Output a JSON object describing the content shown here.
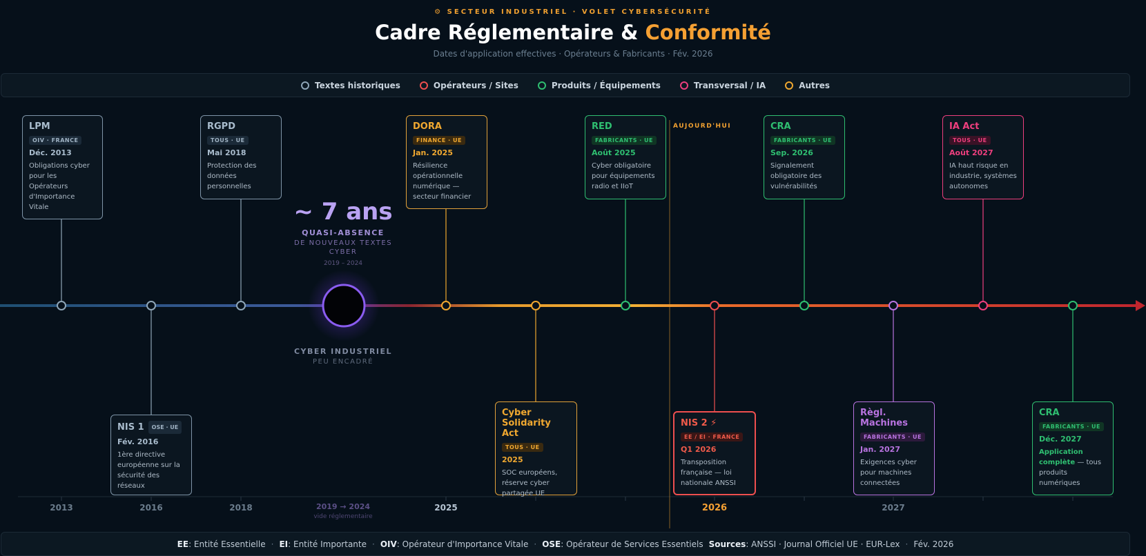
{
  "header": {
    "kicker": "⚙ SECTEUR INDUSTRIEL · VOLET CYBERSÉCURITÉ",
    "title_main": "Cadre Réglementaire & ",
    "title_accent": "Conformité",
    "subtitle": "Dates d'application effectives · Opérateurs & Fabricants · Fév. 2026"
  },
  "legend": [
    {
      "label": "Textes historiques",
      "color": "#8fa6b8"
    },
    {
      "label": "Opérateurs / Sites",
      "color": "#ef4f4f"
    },
    {
      "label": "Produits / Équipements",
      "color": "#2fbf71"
    },
    {
      "label": "Transversal / IA",
      "color": "#ee3f7e"
    },
    {
      "label": "Autres",
      "color": "#f0a830"
    }
  ],
  "cards": {
    "lpm": {
      "title": "LPM",
      "badge": "OIV · FRANCE",
      "date": "Déc. 2013",
      "desc": "Obligations cyber pour les Opérateurs d'Importance Vitale"
    },
    "nis1": {
      "title": "NIS 1",
      "badge": "OSE · UE",
      "date": "Fév. 2016",
      "desc": "1ère directive européenne sur la sécurité des réseaux"
    },
    "rgpd": {
      "title": "RGPD",
      "badge": "TOUS · UE",
      "date": "Mai 2018",
      "desc": "Protection des données personnelles"
    },
    "dora": {
      "title": "DORA",
      "badge": "FINANCE · UE",
      "date": "Jan. 2025",
      "desc": "Résilience opérationnelle numérique — secteur financier"
    },
    "csa": {
      "title": "Cyber Solidarity Act",
      "badge": "TOUS · UE",
      "date": "2025",
      "desc": "SOC européens, réserve cyber partagée UE"
    },
    "red": {
      "title": "RED",
      "badge": "FABRICANTS · UE",
      "date": "Août 2025",
      "desc": "Cyber obligatoire pour équipements radio et IIoT"
    },
    "nis2": {
      "title": "NIS 2 ⚡",
      "badge": "EE / EI · FRANCE",
      "date": "Q1 2026",
      "desc": "Transposition française — loi nationale ANSSI"
    },
    "cra1": {
      "title": "CRA",
      "badge": "FABRICANTS · UE",
      "date": "Sep. 2026",
      "desc": "Signalement obligatoire des vulnérabilités"
    },
    "machines": {
      "title": "Règl. Machines",
      "badge": "FABRICANTS · UE",
      "date": "Jan. 2027",
      "desc": "Exigences cyber pour machines connectées"
    },
    "iaact": {
      "title": "IA Act",
      "badge": "TOUS · UE",
      "date": "Août 2027",
      "desc": "IA haut risque en industrie, systèmes autonomes"
    },
    "cra2": {
      "title": "CRA",
      "badge": "FABRICANTS · UE",
      "date": "Déc. 2027",
      "desc_bold": "Application complète",
      "desc": " — tous produits numériques"
    }
  },
  "gap": {
    "big": "~ 7 ans",
    "line1": "QUASI-ABSENCE",
    "line2": "DE NOUVEAUX TEXTES CYBER",
    "line3": "2019 – 2024",
    "bottom1": "CYBER INDUSTRIEL",
    "bottom2": "PEU ENCADRÉ"
  },
  "today_label": "AUJOURD'HUI",
  "years": {
    "y2013": "2013",
    "y2016": "2016",
    "y2018": "2018",
    "gap": "2019 → 2024",
    "gap_sub": "vide réglementaire",
    "y2025": "2025",
    "y2026": "2026",
    "y2027": "2027"
  },
  "footer": {
    "ee_k": "EE",
    "ee_v": " : Entité Essentielle",
    "ei_k": "EI",
    "ei_v": " : Entité Importante",
    "oiv_k": "OIV",
    "oiv_v": " : Opérateur d'Importance Vitale",
    "ose_k": "OSE",
    "ose_v": " : Opérateur de Services Essentiels",
    "src_k": "Sources",
    "src_v": " : ANSSI · Journal Officiel UE · EUR-Lex",
    "date": "Fév. 2026"
  },
  "colors": {
    "historic": "#8fa6b8",
    "operators": "#ef4f4f",
    "products": "#2fbf71",
    "transversal": "#ee3f7e",
    "others": "#f0a830",
    "machines": "#b873e0",
    "gap": "#8a5cf0"
  }
}
